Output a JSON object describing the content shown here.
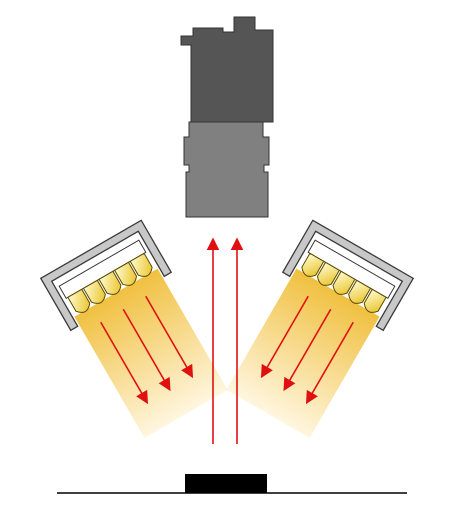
{
  "diagram": {
    "description_text": "",
    "colors": {
      "camera_body": "#555555",
      "camera_lens": "#808080",
      "camera_outline": "#333333",
      "light_housing": "#c8c8c8",
      "light_housing_outline": "#3a3a3a",
      "led": "#ffe66a",
      "led_outline": "#5a4a00",
      "beam_start": "#f0c040",
      "beam_end": "#fff6df",
      "ray": "#e01010",
      "object": "#000000",
      "surface": "#000000"
    },
    "components": {
      "camera": {
        "icon": "camera-icon"
      },
      "left_light": {
        "icon": "ring-light-icon",
        "led_count": 5,
        "ray_count": 3
      },
      "right_light": {
        "icon": "ring-light-icon",
        "led_count": 5,
        "ray_count": 3
      },
      "reflected_rays": {
        "count": 2
      },
      "target_object": {
        "icon": "object-block"
      },
      "work_surface": {
        "icon": "line"
      }
    }
  }
}
